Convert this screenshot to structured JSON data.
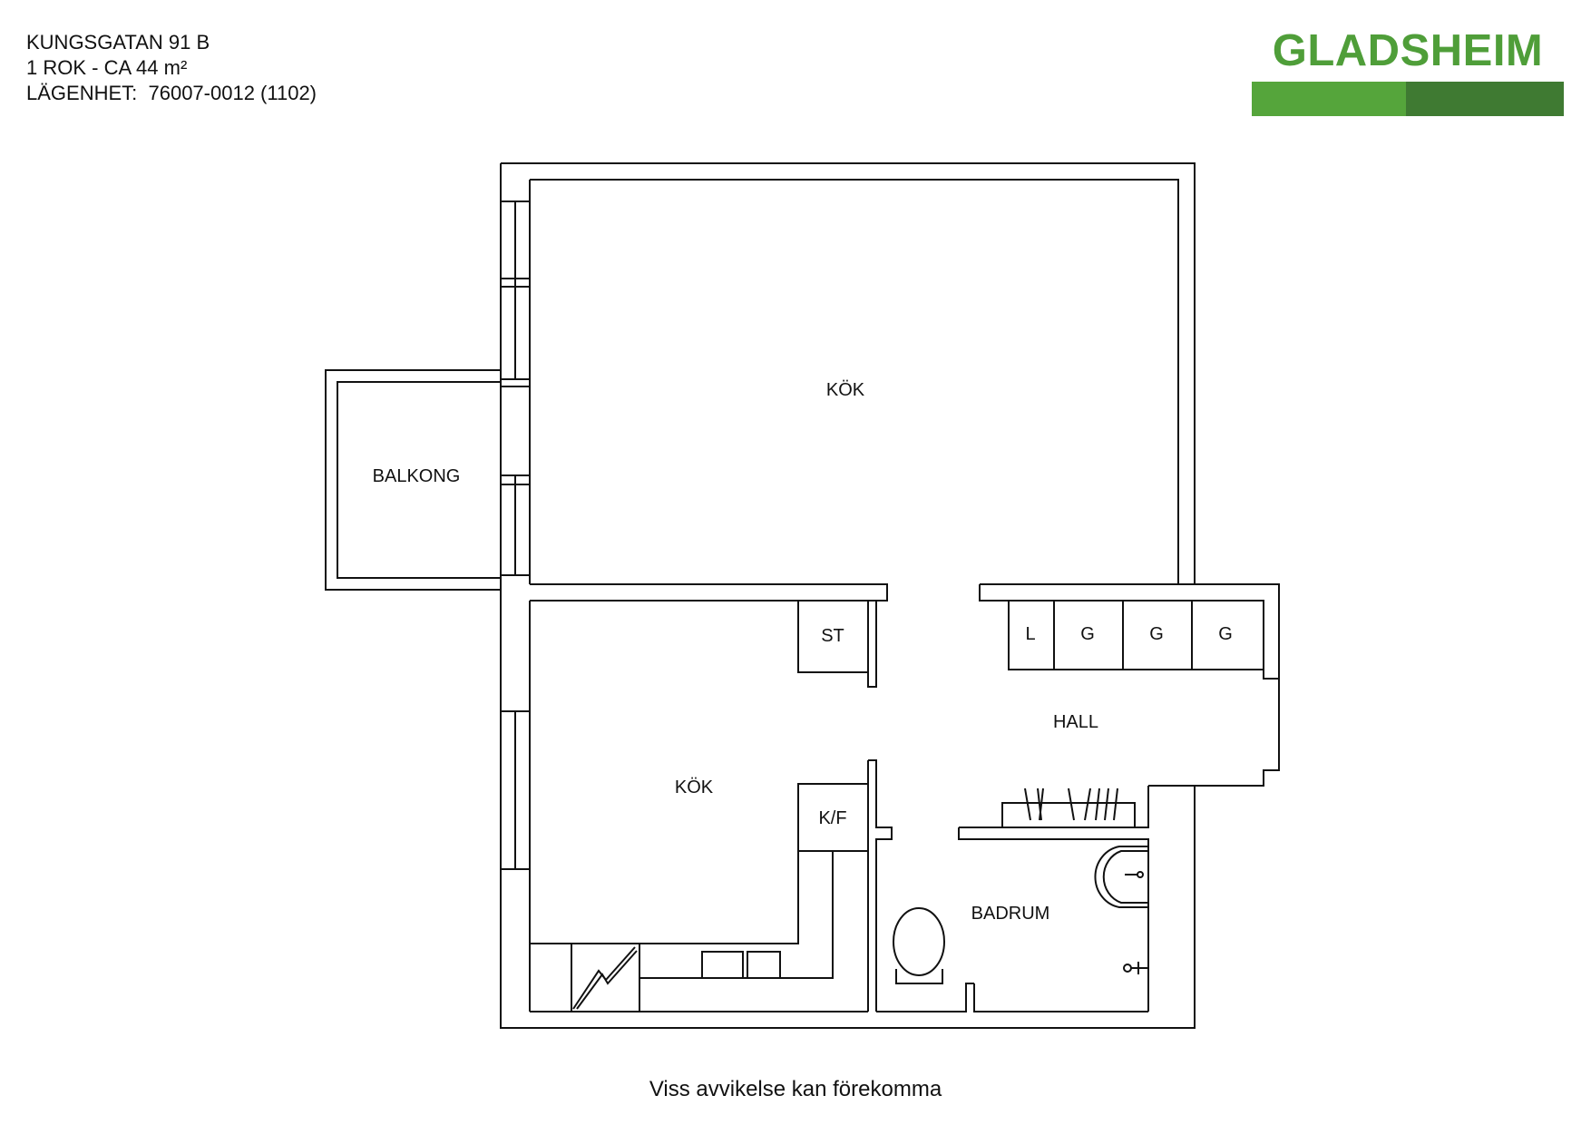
{
  "header": {
    "address": "KUNGSGATAN 91 B",
    "size": "1 ROK - CA 44 m²",
    "apartment": "LÄGENHET:  76007-0012 (1102)"
  },
  "logo": {
    "name": "GLADSHEIM",
    "text_color": "#4f9e39",
    "bar_light": "#55a53b",
    "bar_dark": "#3f7a32"
  },
  "rooms": {
    "main_room": "KÖK",
    "balcony": "BALKONG",
    "storage": "ST",
    "kitchen": "KÖK",
    "fridge_freezer": "K/F",
    "hall": "HALL",
    "bathroom": "BADRUM",
    "closet_l": "L",
    "closet_g1": "G",
    "closet_g2": "G",
    "closet_g3": "G"
  },
  "footer": {
    "disclaimer": "Viss avvikelse kan förekomma"
  }
}
